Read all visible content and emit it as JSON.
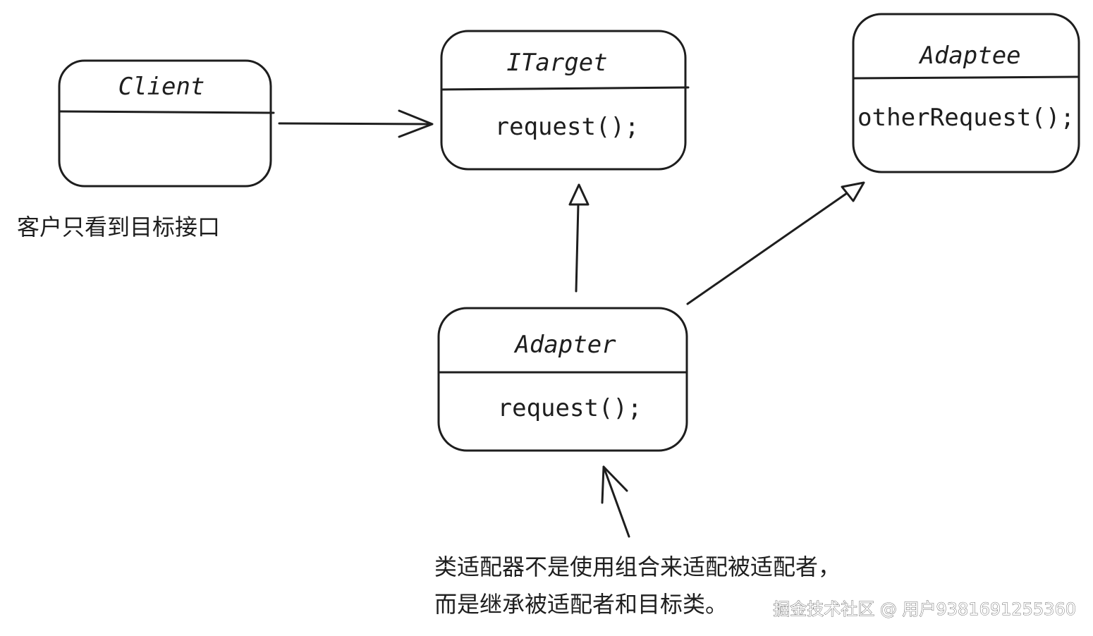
{
  "classes": {
    "client": {
      "name": "Client"
    },
    "itarget": {
      "name": "ITarget",
      "method": "request();"
    },
    "adaptee": {
      "name": "Adaptee",
      "method": "otherRequest();"
    },
    "adapter": {
      "name": "Adapter",
      "method": "request();"
    }
  },
  "notes": {
    "client_note": "客户只看到目标接口",
    "adapter_note_line1": "类适配器不是使用组合来适配被适配者，",
    "adapter_note_line2": "而是继承被适配者和目标类。"
  },
  "watermark": "掘金技术社区 @ 用户9381691255360",
  "colors": {
    "stroke": "#1e1e1e",
    "fill": "#ffffff"
  }
}
